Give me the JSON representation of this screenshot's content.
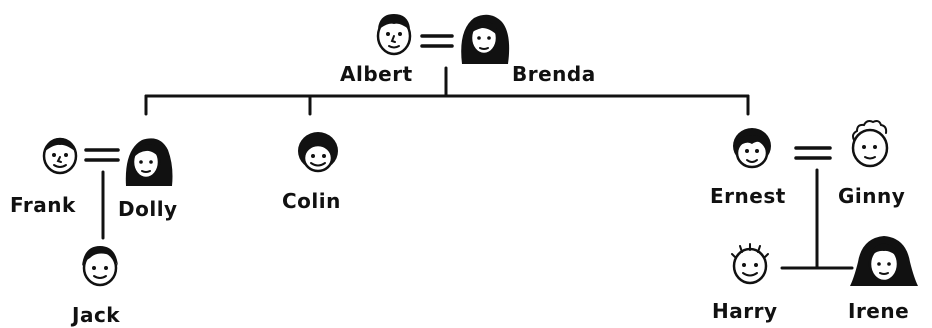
{
  "diagram": {
    "people": {
      "albert": "Albert",
      "brenda": "Brenda",
      "frank": "Frank",
      "dolly": "Dolly",
      "colin": "Colin",
      "ernest": "Ernest",
      "ginny": "Ginny",
      "jack": "Jack",
      "harry": "Harry",
      "irene": "Irene"
    },
    "marriage_symbol": "="
  }
}
